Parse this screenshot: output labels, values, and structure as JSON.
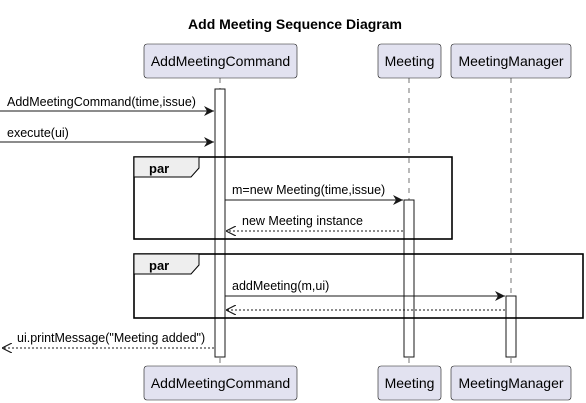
{
  "title": "Add Meeting Sequence Diagram",
  "participants": {
    "amc": "AddMeetingCommand",
    "meeting": "Meeting",
    "manager": "MeetingManager"
  },
  "fragments": {
    "par1": "par",
    "par2": "par"
  },
  "messages": {
    "create_cmd": "AddMeetingCommand(time,issue)",
    "execute": "execute(ui)",
    "new_meeting": "m=new Meeting(time,issue)",
    "meeting_instance": "new Meeting instance",
    "add_meeting": "addMeeting(m,ui)",
    "print": "ui.printMessage(\"Meeting added\")"
  },
  "colors": {
    "participant_fill": "#E2E2F0",
    "fragment_tab": "#EEEEEE",
    "line": "#181818"
  }
}
